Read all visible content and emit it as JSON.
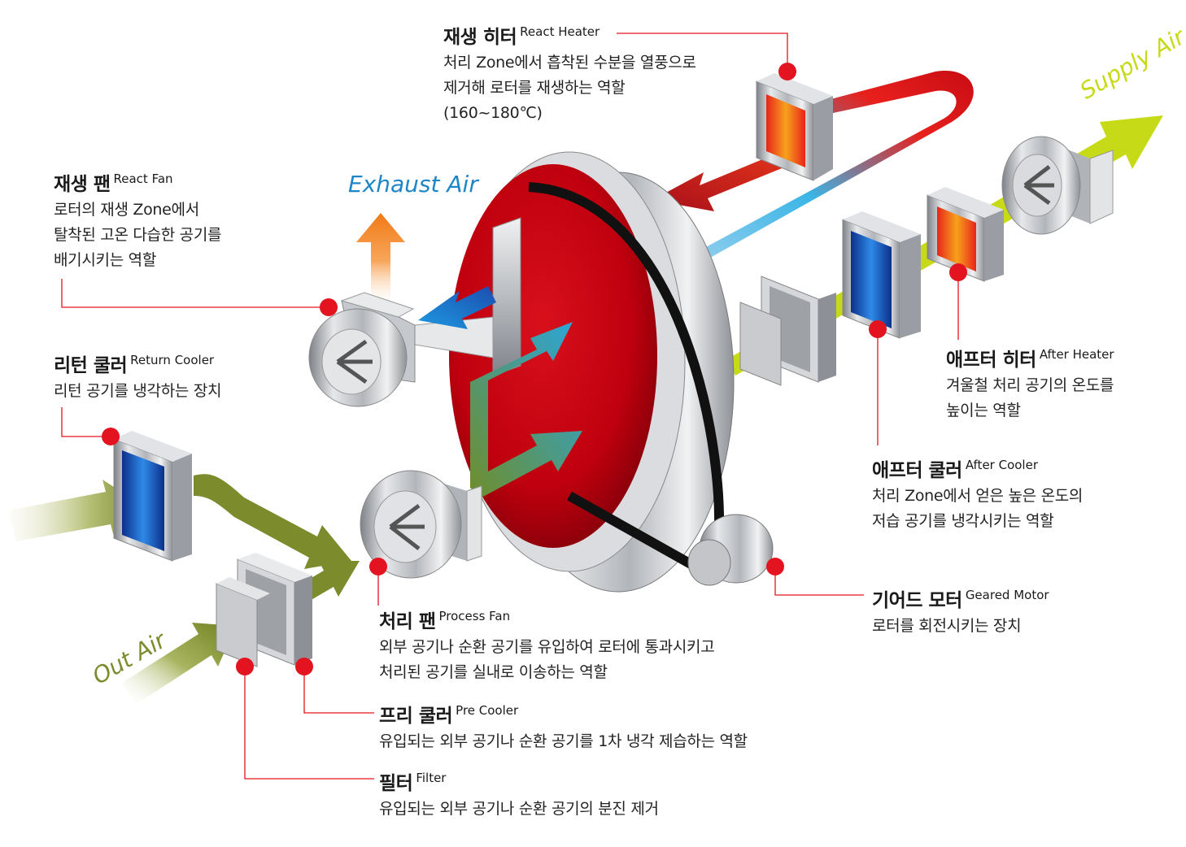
{
  "colors": {
    "leader": "#e3141f",
    "exhaust": "#1e86c8",
    "process_arrow": "#7c8b2c",
    "supply_arrow": "#c7da18",
    "rotor": "#c0000e",
    "hot": "#e8241a",
    "cold": "#1a5fd0"
  },
  "flows": {
    "exhaust_air": "Exhaust Air",
    "supply_air": "Supply Air",
    "out_air": "Out Air"
  },
  "components": {
    "react_heater": {
      "title": "재생 히터",
      "title_en": "React Heater",
      "desc": [
        "처리 Zone에서 흡착된 수분을 열풍으로",
        "제거해 로터를 재생하는 역할",
        "(160~180℃)"
      ]
    },
    "react_fan": {
      "title": "재생 팬",
      "title_en": "React Fan",
      "desc": [
        "로터의 재생 Zone에서",
        "탈착된 고온 다습한 공기를",
        "배기시키는 역할"
      ]
    },
    "return_cooler": {
      "title": "리턴 쿨러",
      "title_en": "Return Cooler",
      "desc": [
        "리턴 공기를 냉각하는 장치"
      ]
    },
    "after_heater": {
      "title": "애프터 히터",
      "title_en": "After Heater",
      "desc": [
        "겨울철 처리 공기의 온도를",
        "높이는 역할"
      ]
    },
    "after_cooler": {
      "title": "애프터 쿨러",
      "title_en": "After Cooler",
      "desc": [
        "처리 Zone에서 얻은 높은 온도의",
        "저습 공기를 냉각시키는 역할"
      ]
    },
    "geared_motor": {
      "title": "기어드 모터",
      "title_en": "Geared Motor",
      "desc": [
        "로터를 회전시키는 장치"
      ]
    },
    "process_fan": {
      "title": "처리 팬",
      "title_en": "Process Fan",
      "desc": [
        "외부 공기나 순환 공기를 유입하여 로터에 통과시키고",
        "처리된 공기를 실내로 이송하는 역할"
      ]
    },
    "pre_cooler": {
      "title": "프리 쿨러",
      "title_en": "Pre Cooler",
      "desc": [
        "유입되는 외부 공기나 순환 공기를 1차 냉각 제습하는 역할"
      ]
    },
    "filter": {
      "title": "필터",
      "title_en": "Filter",
      "desc": [
        "유입되는 외부 공기나 순환 공기의 분진 제거"
      ]
    }
  }
}
